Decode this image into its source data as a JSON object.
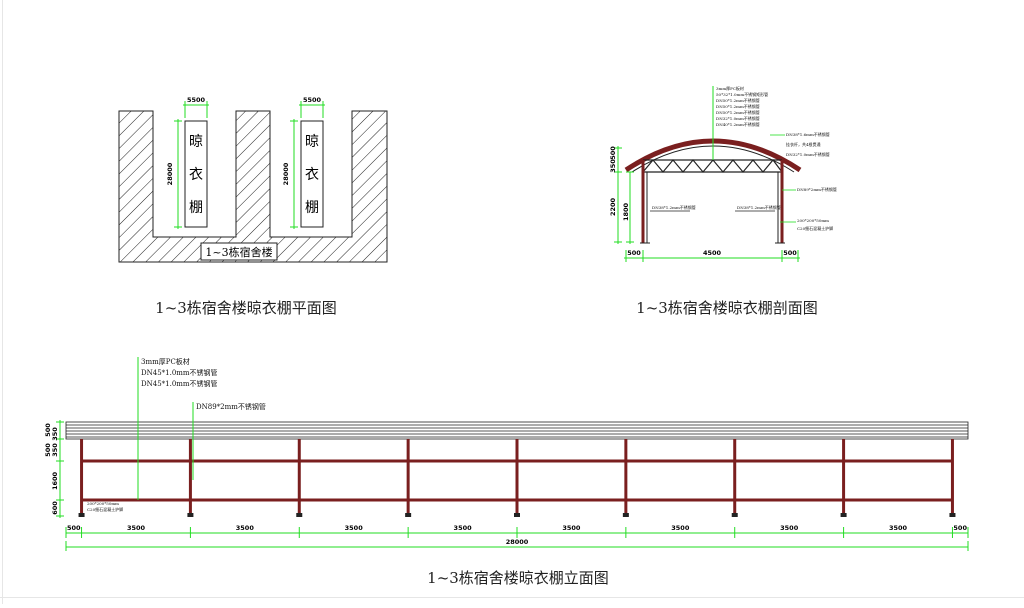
{
  "plan": {
    "caption": "1~3栋宿舍楼晾衣棚平面图",
    "dim_width": "5500",
    "dim_length": "28000",
    "shed_label": [
      "晾",
      "衣",
      "棚"
    ],
    "building_label": "1~3栋宿舍楼"
  },
  "section": {
    "caption": "1~3栋宿舍楼晾衣棚剖面图",
    "roof_notes": [
      "3mm厚PC板材",
      "50*32*1.0mm不锈钢矩形管",
      "DN50*1.2mm不锈钢管",
      "DN50*1.2mm不锈钢管",
      "DN50*1.2mm不锈钢管",
      "DN32*1.0mm不锈钢管",
      "DN40*1.2mm不锈钢管"
    ],
    "right_notes": [
      "DN38*1.6mm不锈钢管",
      "挂衣杆，共4根贯通",
      "DN32*1.0mm不锈钢管",
      "DN89*2mm不锈钢管",
      "200*200*50mm",
      "C20细石混凝土护脚"
    ],
    "inner_notes": [
      "DN38*1.2mm不锈钢管",
      "DN38*1.2mm不锈钢管"
    ],
    "dims": {
      "left_top": "350",
      "left_top2": "500",
      "height_total": "2200",
      "height_inner": "1800",
      "bottom_left": "500",
      "span": "4500",
      "bottom_right": "500"
    }
  },
  "elevation": {
    "caption": "1~3栋宿舍楼晾衣棚立面图",
    "notes_left": [
      "3mm厚PC板材",
      "DN45*1.0mm不锈钢管",
      "DN45*1.0mm不锈钢管"
    ],
    "note_post": "DN89*2mm不锈钢管",
    "base_notes": [
      "200*200*50mm",
      "C20细石混凝土护脚"
    ],
    "vdims": [
      "350",
      "500",
      "350",
      "500",
      "1600",
      "600"
    ],
    "bays": [
      "500",
      "3500",
      "3500",
      "3500",
      "3500",
      "3500",
      "3500",
      "3500",
      "3500",
      "500"
    ],
    "total": "28000"
  },
  "colors": {
    "dimension": "#22dd22",
    "steel": "#7a1f1f",
    "hatch": "#222222"
  }
}
